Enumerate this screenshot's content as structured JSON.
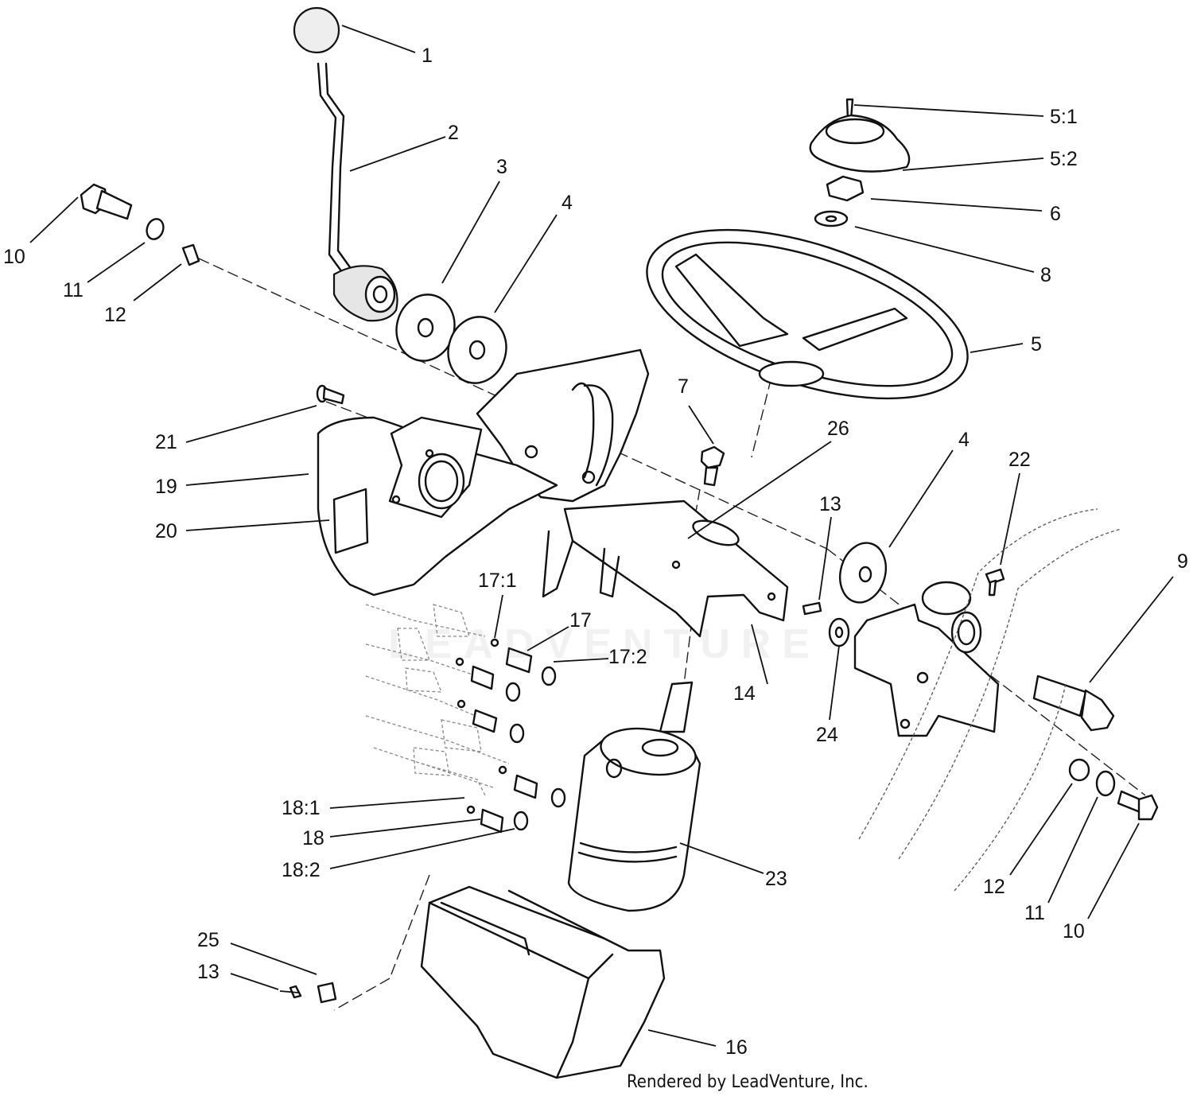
{
  "diagram": {
    "callouts": [
      {
        "id": "c1",
        "text": "1"
      },
      {
        "id": "c2",
        "text": "2"
      },
      {
        "id": "c3",
        "text": "3"
      },
      {
        "id": "c4a",
        "text": "4"
      },
      {
        "id": "c5_1",
        "text": "5:1"
      },
      {
        "id": "c5_2",
        "text": "5:2"
      },
      {
        "id": "c6",
        "text": "6"
      },
      {
        "id": "c8",
        "text": "8"
      },
      {
        "id": "c5",
        "text": "5"
      },
      {
        "id": "c10a",
        "text": "10"
      },
      {
        "id": "c11a",
        "text": "11"
      },
      {
        "id": "c12a",
        "text": "12"
      },
      {
        "id": "c7",
        "text": "7"
      },
      {
        "id": "c26",
        "text": "26"
      },
      {
        "id": "c21",
        "text": "21"
      },
      {
        "id": "c19",
        "text": "19"
      },
      {
        "id": "c20",
        "text": "20"
      },
      {
        "id": "c4b",
        "text": "4"
      },
      {
        "id": "c22",
        "text": "22"
      },
      {
        "id": "c13a",
        "text": "13"
      },
      {
        "id": "c9",
        "text": "9"
      },
      {
        "id": "c17_1",
        "text": "17:1"
      },
      {
        "id": "c17",
        "text": "17"
      },
      {
        "id": "c17_2",
        "text": "17:2"
      },
      {
        "id": "c14",
        "text": "14"
      },
      {
        "id": "c24",
        "text": "24"
      },
      {
        "id": "c18_1",
        "text": "18:1"
      },
      {
        "id": "c18",
        "text": "18"
      },
      {
        "id": "c18_2",
        "text": "18:2"
      },
      {
        "id": "c23",
        "text": "23"
      },
      {
        "id": "c12b",
        "text": "12"
      },
      {
        "id": "c11b",
        "text": "11"
      },
      {
        "id": "c10b",
        "text": "10"
      },
      {
        "id": "c25",
        "text": "25"
      },
      {
        "id": "c13b",
        "text": "13"
      },
      {
        "id": "c16",
        "text": "16"
      }
    ],
    "credit": "Rendered by LeadVenture, Inc.",
    "watermark": "LEADVENTURE"
  }
}
